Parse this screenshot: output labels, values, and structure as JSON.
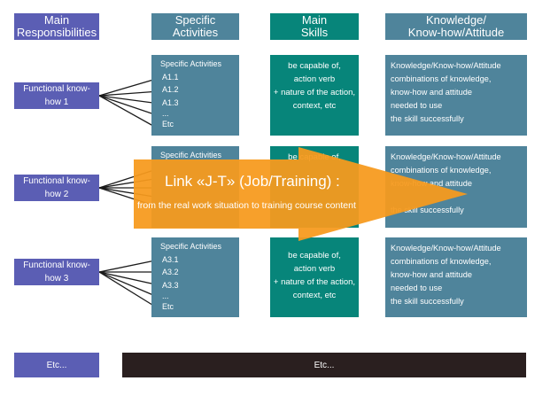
{
  "headers": {
    "main_responsibilities": "Main\nResponsibilities",
    "specific_activities": "Specific\nActivities",
    "main_skills": "Main\nSkills",
    "knowledge": "Knowledge/\nKnow-how/Attitude"
  },
  "rows": [
    {
      "role": "Functional know-how 1",
      "activities_title": "Specific Activities",
      "activities": [
        "A1.1",
        "A1.2",
        "A1.3",
        "...",
        "Etc"
      ],
      "skills": [
        "be capable of,",
        "action verb",
        "+ nature of the action,",
        "context, etc"
      ],
      "knowledge": [
        "Knowledge/Know-how/Attitude",
        "combinations of knowledge,",
        "know-how and attitude",
        "needed to use",
        "the skill successfully"
      ]
    },
    {
      "role": "Functional know-how 2",
      "activities_title": "Specific Activities",
      "activities": [],
      "skills": [
        "be capable of,"
      ],
      "knowledge": [
        "Knowledge/Know-how/Attitude",
        "combinations of knowledge,",
        "know-how and attitude",
        "",
        "the skill successfully"
      ]
    },
    {
      "role": "Functional know-how 3",
      "activities_title": "Specific Activities",
      "activities": [
        "A3.1",
        "A3.2",
        "A3.3",
        "...",
        "Etc"
      ],
      "skills": [
        "be capable of,",
        "action verb",
        "+ nature of the action,",
        "context, etc"
      ],
      "knowledge": [
        "Knowledge/Know-how/Attitude",
        "combinations of knowledge,",
        "know-how and attitude",
        "needed to use",
        "the skill successfully"
      ]
    }
  ],
  "link_arrow": {
    "title": "Link «J-T» (Job/Training) :",
    "subtitle": "from the real work situation to training course content"
  },
  "footer": {
    "left": "Etc...",
    "bar": "Etc..."
  },
  "colors": {
    "purple": "#5b5eb4",
    "steel": "#4f849b",
    "teal": "#07857a",
    "orange": "#f79a1e",
    "dark": "#2a1f1f"
  }
}
